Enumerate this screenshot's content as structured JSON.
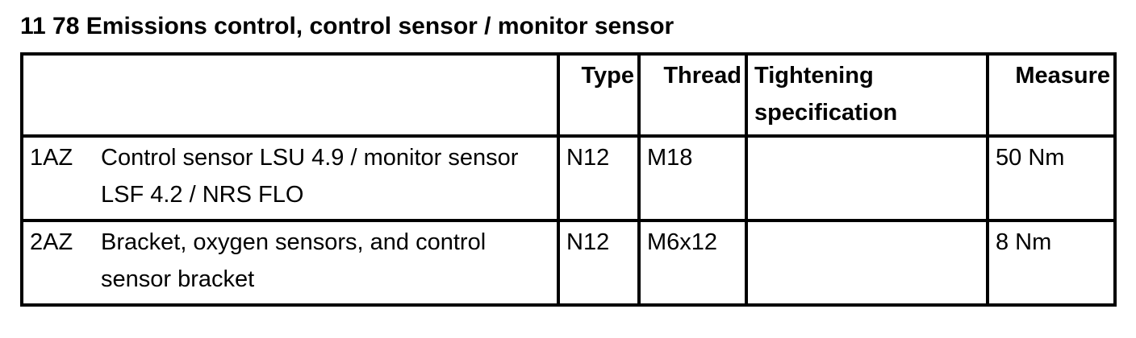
{
  "page": {
    "title": "11 78 Emissions control, control sensor / monitor sensor"
  },
  "table": {
    "headers": {
      "item": "",
      "type": "Type",
      "thread": "Thread",
      "tightening": "Tightening specification",
      "measure": "Measure"
    },
    "rows": [
      {
        "code": "1AZ",
        "description": "Control sensor LSU 4.9 / monitor sensor LSF 4.2 / NRS FLO",
        "type": "N12",
        "thread": "M18",
        "tightening": "",
        "measure": "50 Nm"
      },
      {
        "code": "2AZ",
        "description": "Bracket, oxygen sensors, and control sensor bracket",
        "type": "N12",
        "thread": "M6x12",
        "tightening": "",
        "measure": "8 Nm"
      }
    ]
  },
  "colors": {
    "text": "#000000",
    "background": "#ffffff",
    "border": "#000000"
  }
}
